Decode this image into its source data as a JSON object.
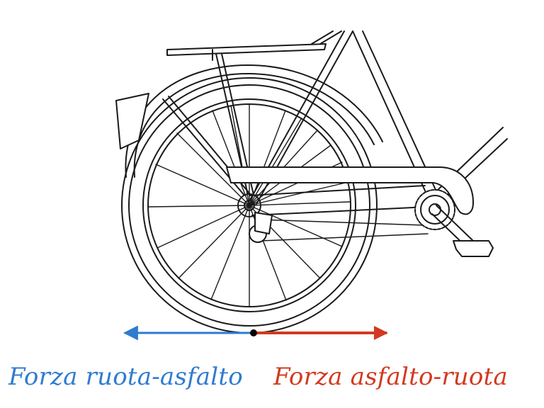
{
  "labels": {
    "left_force": "Forza ruota-asfalto",
    "right_force": "Forza asfalto-ruota"
  },
  "colors": {
    "left_force": "#2f7bd0",
    "right_force": "#d23a1f",
    "line_art": "#1a1a1a",
    "contact_point": "#000000"
  },
  "figure": {
    "subject": "bicycle-rear-wheel-line-drawing"
  }
}
